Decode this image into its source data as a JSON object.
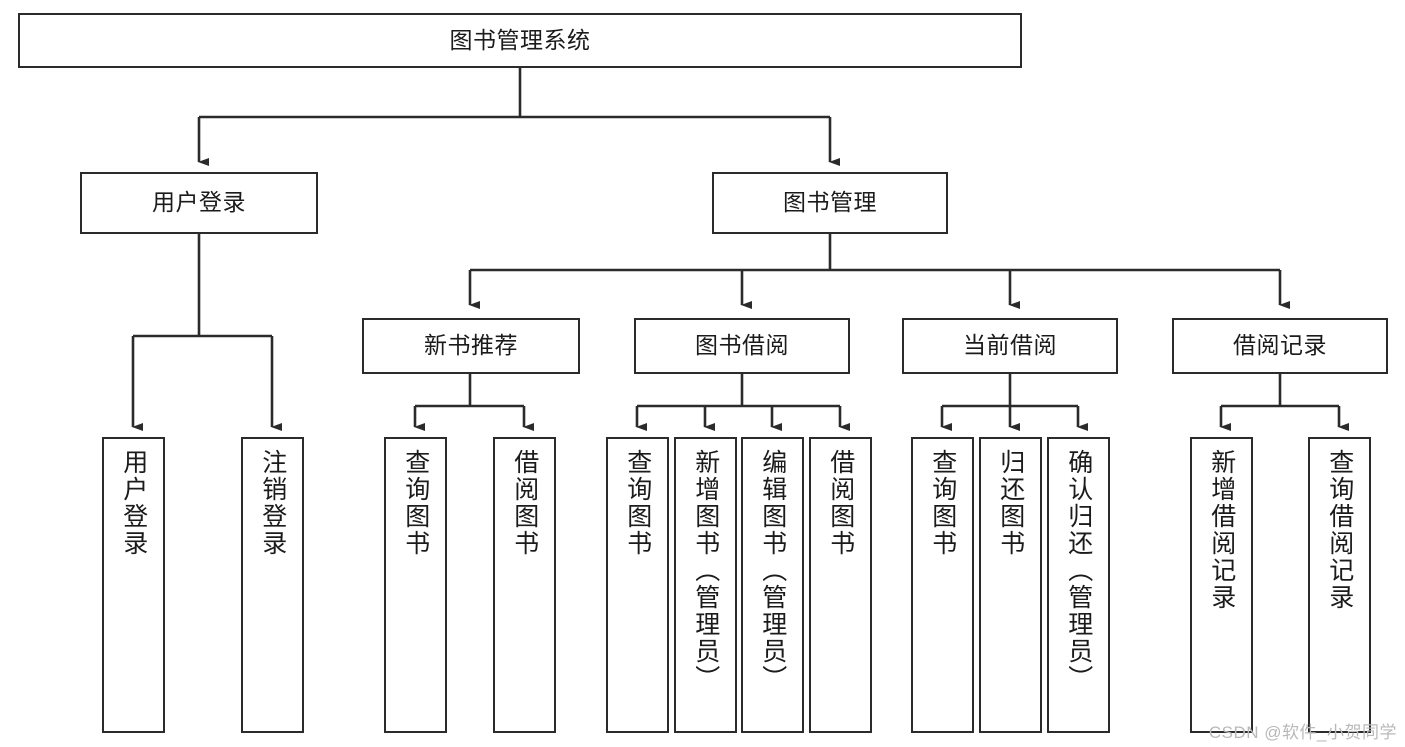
{
  "diagram": {
    "title": "图书管理系统",
    "watermark": "CSDN @软件_小贺同学",
    "line_color": "#2b2b2b",
    "box_fill": "#ffffff",
    "text_color": "#1b1b1b",
    "nodes": {
      "root": {
        "label": "图书管理系统"
      },
      "level2": [
        {
          "label": "用户登录"
        },
        {
          "label": "图书管理"
        }
      ],
      "level3": [
        {
          "label": "新书推荐"
        },
        {
          "label": "图书借阅"
        },
        {
          "label": "当前借阅"
        },
        {
          "label": "借阅记录"
        }
      ],
      "leaves": {
        "user_login": [
          {
            "label": "用户登录"
          },
          {
            "label": "注销登录"
          }
        ],
        "new_book": [
          {
            "label": "查询图书"
          },
          {
            "label": "借阅图书"
          }
        ],
        "book_borrow": [
          {
            "label": "查询图书"
          },
          {
            "label": "新增图书（管理员）"
          },
          {
            "label": "编辑图书（管理员）"
          },
          {
            "label": "借阅图书"
          }
        ],
        "current_borrow": [
          {
            "label": "查询图书"
          },
          {
            "label": "归还图书"
          },
          {
            "label": "确认归还（管理员）"
          }
        ],
        "borrow_record": [
          {
            "label": "新增借阅记录"
          },
          {
            "label": "查询借阅记录"
          }
        ]
      }
    }
  }
}
